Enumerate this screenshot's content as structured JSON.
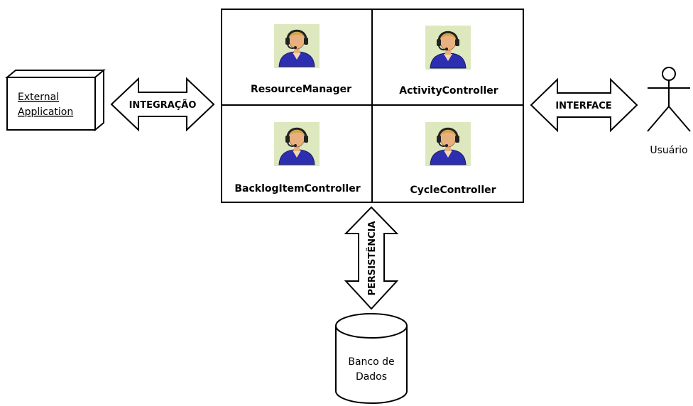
{
  "external_application": {
    "line1": "External",
    "line2": "Application"
  },
  "arrows": {
    "integracao": "INTEGRAÇÃO",
    "interface": "INTERFACE",
    "persistencia": "PERSISTÊNCIA"
  },
  "agents": [
    {
      "label": "ResourceManager",
      "icon": "operator-headset-icon"
    },
    {
      "label": "ActivityController",
      "icon": "operator-headset-icon"
    },
    {
      "label": "BacklogItemController",
      "icon": "operator-headset-icon"
    },
    {
      "label": "CycleController",
      "icon": "operator-headset-icon"
    }
  ],
  "actor": {
    "label": "Usuário"
  },
  "database": {
    "line1": "Banco de",
    "line2": "Dados"
  },
  "colors": {
    "icon_background": "#dde8bf",
    "agent_body": "#2d2fb0",
    "agent_face": "#e8b07f",
    "agent_hair": "#cfa64b",
    "headset": "#222222"
  }
}
